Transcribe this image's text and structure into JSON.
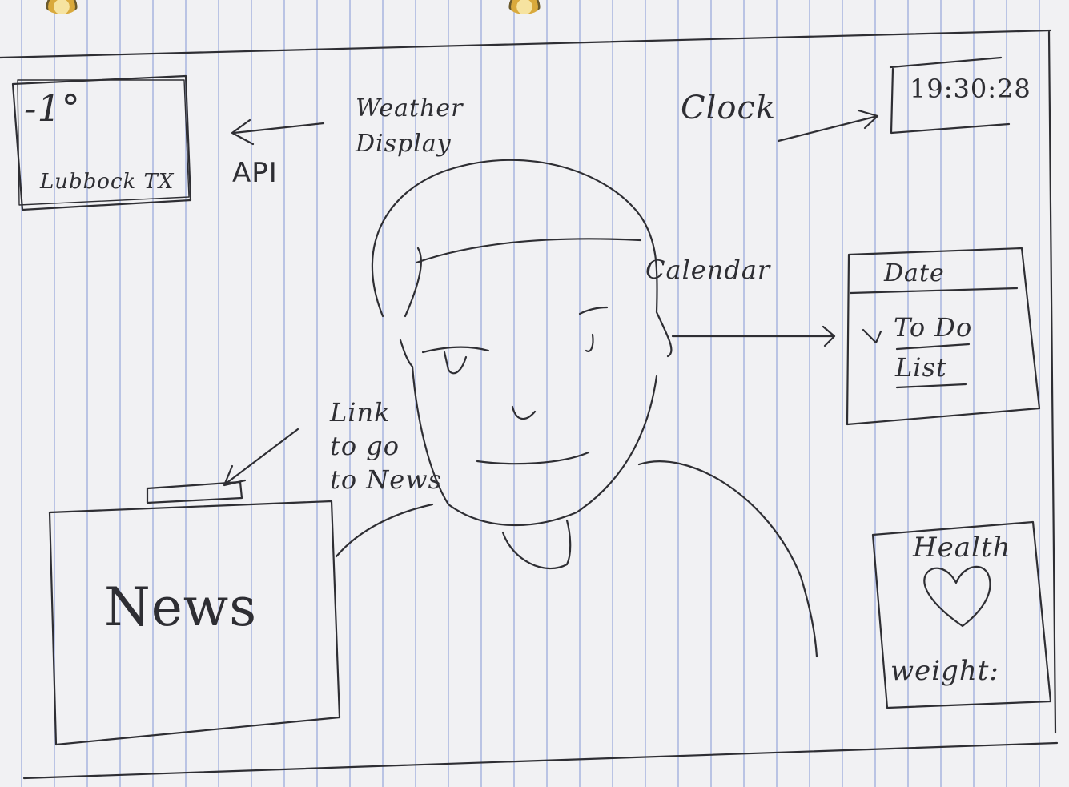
{
  "weather_widget": {
    "temperature": "-1°",
    "location": "Lubbock  TX"
  },
  "annotations": {
    "api": "API",
    "weather_display": "Weather\nDisplay",
    "clock": "Clock",
    "calendar": "Calendar",
    "link_to_news": "Link\nto go\nto News"
  },
  "clock_widget": {
    "time": "19:30:28"
  },
  "calendar_widget": {
    "date_label": "Date",
    "todo_label": "To Do",
    "list_label": "List"
  },
  "news_widget": {
    "title": "News"
  },
  "health_widget": {
    "title": "Health",
    "weight_label": "weight:"
  },
  "colors": {
    "ink": "#2e2e33",
    "paper": "#f1f1f3",
    "rule_line": "#7c8cd2"
  }
}
